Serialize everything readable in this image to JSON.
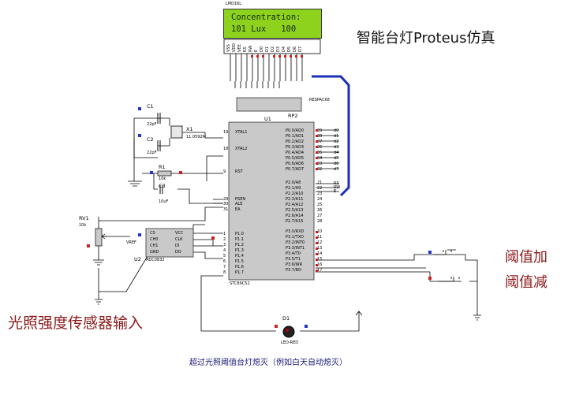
{
  "title": "智能台灯Proteus仿真",
  "lcd": {
    "model": "LMD16L",
    "line1": "Concentration:",
    "line2": "101 Lux   100",
    "pins": [
      "VSS",
      "VDD",
      "VEE",
      "RS",
      "RW",
      "E",
      "D0",
      "D1",
      "D2",
      "D3",
      "D4",
      "D5",
      "D6",
      "D7"
    ]
  },
  "respack": {
    "name": "RP2",
    "model": "RESPACK8"
  },
  "mcu": {
    "name": "U1",
    "model": "STC89C52",
    "left_pins": [
      {
        "num": "19",
        "label": "XTAL1"
      },
      {
        "num": "18",
        "label": "XTAL2"
      },
      {
        "num": "9",
        "label": "RST"
      },
      {
        "num": "29",
        "label": "PSEN"
      },
      {
        "num": "30",
        "label": "ALE"
      },
      {
        "num": "31",
        "label": "EA"
      },
      {
        "num": "1",
        "label": "P1.0"
      },
      {
        "num": "2",
        "label": "P1.1"
      },
      {
        "num": "3",
        "label": "P1.2"
      },
      {
        "num": "4",
        "label": "P1.3"
      },
      {
        "num": "5",
        "label": "P1.4"
      },
      {
        "num": "6",
        "label": "P1.5"
      },
      {
        "num": "7",
        "label": "P1.6"
      },
      {
        "num": "8",
        "label": "P1.7"
      }
    ],
    "right_pins": [
      {
        "num": "39",
        "label": "P0.0/AD0"
      },
      {
        "num": "38",
        "label": "P0.1/AD1"
      },
      {
        "num": "37",
        "label": "P0.2/AD2"
      },
      {
        "num": "36",
        "label": "P0.3/AD3"
      },
      {
        "num": "35",
        "label": "P0.4/AD4"
      },
      {
        "num": "34",
        "label": "P0.5/AD5"
      },
      {
        "num": "33",
        "label": "P0.6/AD6"
      },
      {
        "num": "32",
        "label": "P0.7/AD7"
      },
      {
        "num": "21",
        "label": "P2.0/A8"
      },
      {
        "num": "22",
        "label": "P2.1/A9"
      },
      {
        "num": "23",
        "label": "P2.2/A10"
      },
      {
        "num": "24",
        "label": "P2.3/A11"
      },
      {
        "num": "25",
        "label": "P2.4/A12"
      },
      {
        "num": "26",
        "label": "P2.5/A13"
      },
      {
        "num": "27",
        "label": "P2.6/A14"
      },
      {
        "num": "28",
        "label": "P2.7/A15"
      },
      {
        "num": "10",
        "label": "P3.0/RXD"
      },
      {
        "num": "11",
        "label": "P3.1/TXD"
      },
      {
        "num": "12",
        "label": "P3.2/INT0"
      },
      {
        "num": "13",
        "label": "P3.3/INT1"
      },
      {
        "num": "14",
        "label": "P3.4/T0"
      },
      {
        "num": "15",
        "label": "P3.5/T1"
      },
      {
        "num": "16",
        "label": "P3.6/WR"
      },
      {
        "num": "17",
        "label": "P3.7/RD"
      }
    ],
    "bus_labels": [
      "d0",
      "d1",
      "d2",
      "d3",
      "d4",
      "d5",
      "d6",
      "d7"
    ],
    "ctrl_labels": [
      "RS",
      "RW",
      "E"
    ]
  },
  "adc": {
    "name": "U2",
    "model": "ADC0832",
    "left_pins": [
      "CS",
      "CH0",
      "CH1",
      "GND"
    ],
    "right_pins": [
      "VCC",
      "CLK",
      "DI",
      "DO"
    ],
    "vref": "VREF"
  },
  "components": {
    "c1": {
      "name": "C1",
      "value": "22pF"
    },
    "c2": {
      "name": "C2",
      "value": "22pF"
    },
    "c3": {
      "name": "C3",
      "value": "10uF"
    },
    "x1": {
      "name": "X1",
      "value": "11.0592M"
    },
    "r1": {
      "name": "R1",
      "value": "10k"
    },
    "rv1": {
      "name": "RV1",
      "value": "10k"
    },
    "d1": {
      "name": "D1",
      "value": "LED-RED"
    }
  },
  "labels": {
    "sensor_input": "光照强度传感器输入",
    "threshold_up": "阈值加",
    "threshold_down": "阈值减",
    "caption": "超过光照阈值台灯熄灭（例如白天自动熄灭）"
  }
}
